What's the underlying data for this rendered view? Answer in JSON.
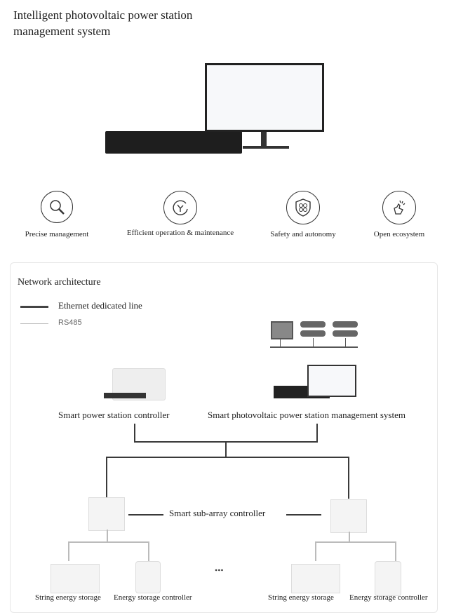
{
  "title": [
    "Intelligent photovoltaic power station",
    "management system"
  ],
  "features": [
    {
      "icon": "magnifier-icon",
      "label": "Precise management"
    },
    {
      "icon": "cycle-icon",
      "label": "Efficient operation & maintenance"
    },
    {
      "icon": "shield-icon",
      "label": "Safety and autonomy"
    },
    {
      "icon": "hand-icon",
      "label": "Open ecosystem"
    }
  ],
  "network": {
    "title": "Network architecture",
    "legend": {
      "ethernet": "Ethernet dedicated line",
      "rs485": "RS485"
    },
    "station_controller": "Smart power station controller",
    "management_system": "Smart photovoltaic power station management system",
    "sub_array": "Smart sub-array controller",
    "ellipsis": "•••",
    "storage": "String energy storage",
    "storage_controller": "Energy storage controller"
  }
}
